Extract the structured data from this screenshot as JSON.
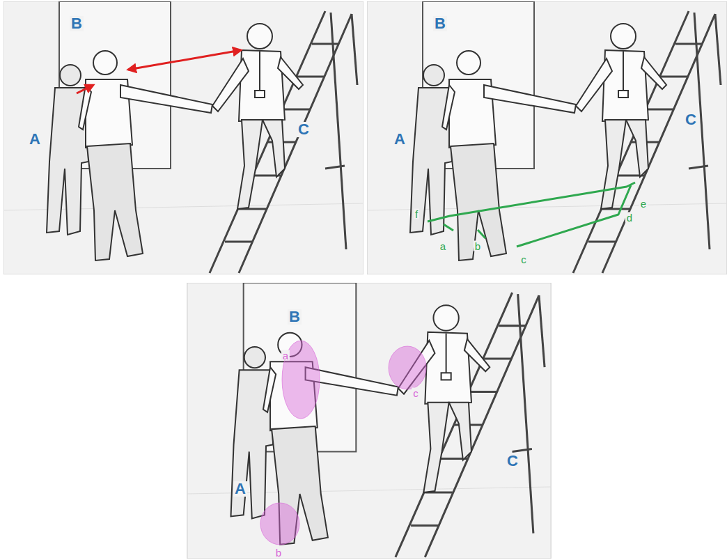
{
  "diagram": {
    "labels": [
      "B",
      "A",
      "C",
      "B",
      "A",
      "C",
      "f",
      "a",
      "b",
      "c",
      "d",
      "e",
      "B",
      "A",
      "C",
      "a",
      "b",
      "c"
    ]
  }
}
